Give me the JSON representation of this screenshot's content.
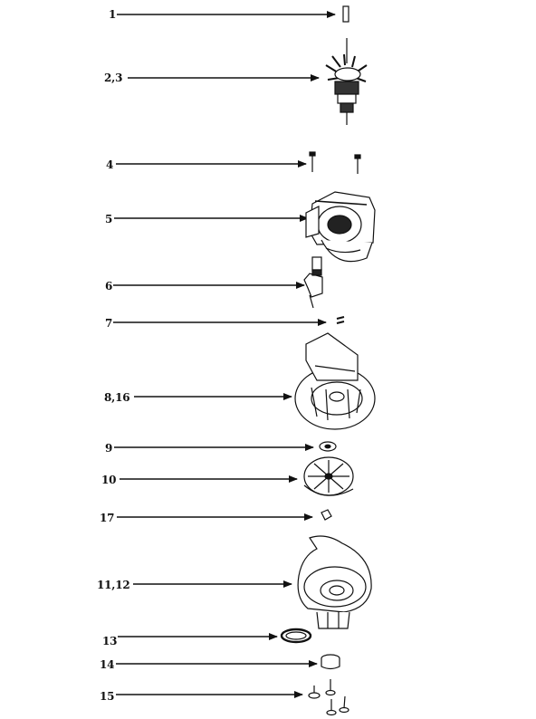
{
  "diagram": {
    "parts": [
      {
        "label": "1",
        "part": "pin"
      },
      {
        "label": "2,3",
        "part": "armature-fan"
      },
      {
        "label": "4",
        "part": "screws"
      },
      {
        "label": "5",
        "part": "motor-housing"
      },
      {
        "label": "6",
        "part": "switch"
      },
      {
        "label": "7",
        "part": "clip"
      },
      {
        "label": "8,16",
        "part": "fan-cover"
      },
      {
        "label": "9",
        "part": "washer"
      },
      {
        "label": "10",
        "part": "impeller"
      },
      {
        "label": "17",
        "part": "nut"
      },
      {
        "label": "11,12",
        "part": "fan-housing"
      },
      {
        "label": "13",
        "part": "belt-ring"
      },
      {
        "label": "14",
        "part": "cap"
      },
      {
        "label": "15",
        "part": "bolts"
      }
    ]
  },
  "colors": {
    "ink": "#111111",
    "paper": "#ffffff"
  }
}
